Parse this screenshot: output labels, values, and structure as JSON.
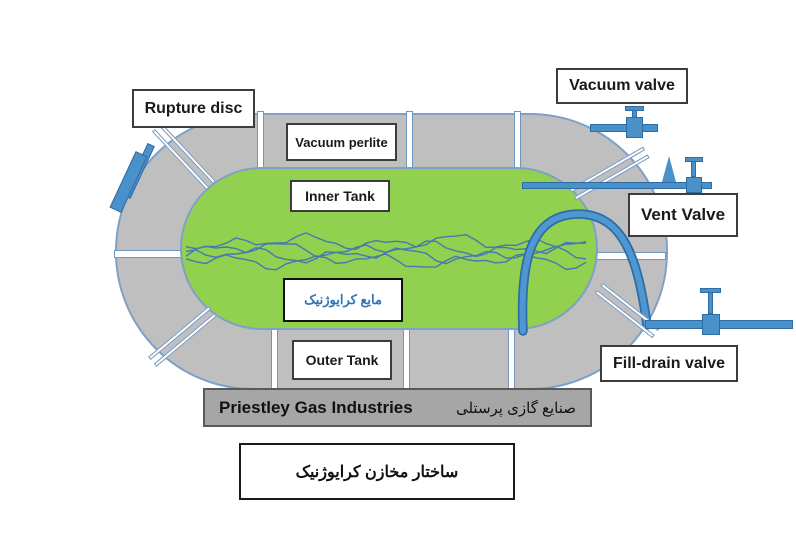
{
  "diagram": {
    "title": "ساختار مخازن کرایوژنیک",
    "labels": {
      "rupture_disc": "Rupture disc",
      "vacuum_valve": "Vacuum valve",
      "vacuum_perlite": "Vacuum perlite",
      "inner_tank": "Inner Tank",
      "vent_valve": "Vent Valve",
      "cryogenic_liquid": "مایع کرایوژنیک",
      "outer_tank": "Outer Tank",
      "fill_drain_valve": "Fill-drain valve"
    },
    "footer": {
      "company_en": "Priestley Gas Industries",
      "company_fa": "صنایع گازی پرستلی"
    },
    "colors": {
      "outer_tank_fill": "#bfbfbf",
      "inner_tank_fill": "#92d050",
      "tank_border": "#7fa1c6",
      "strut_border": "#7396bf",
      "pipe_blue": "#4a90c9",
      "pipe_border": "#2e6da4",
      "liquid_text": "#2e75b6",
      "wave": "#4579b2",
      "bar_fill": "#a6a6a6"
    }
  }
}
